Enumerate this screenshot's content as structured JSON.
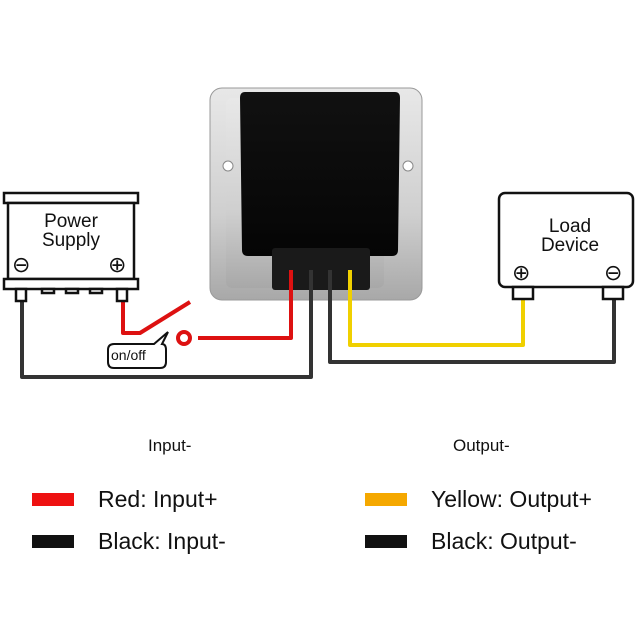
{
  "diagram": {
    "power_supply": {
      "line1": "Power",
      "line2": "Supply",
      "neg_symbol": "⊖",
      "pos_symbol": "⊕"
    },
    "load_device": {
      "line1": "Load",
      "line2": "Device",
      "pos_symbol": "⊕",
      "neg_symbol": "⊖"
    },
    "switch_label": "on/off",
    "sections": {
      "input": "Input-",
      "output": "Output-"
    },
    "legend": [
      {
        "color": "#ee1111",
        "label": "Red: Input+"
      },
      {
        "color": "#111111",
        "label": "Black: Input-"
      },
      {
        "color": "#f5a800",
        "label": "Yellow: Output+"
      },
      {
        "color": "#111111",
        "label": "Black: Output-"
      }
    ],
    "wire_colors": {
      "red": "#dd1111",
      "black": "#333333",
      "yellow": "#f0d000"
    }
  }
}
